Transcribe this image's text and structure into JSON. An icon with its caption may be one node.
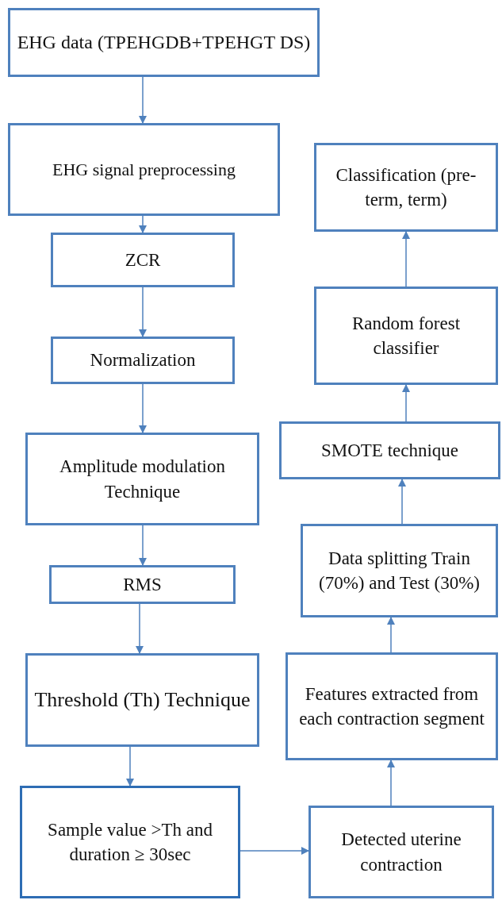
{
  "diagram": {
    "nodes": [
      {
        "text": [
          "EHG data (TPEHGDB+TPEHGT DS)"
        ]
      },
      {
        "text": [
          "EHG signal preprocessing"
        ]
      },
      {
        "text": [
          "ZCR"
        ]
      },
      {
        "text": [
          "Normalization"
        ]
      },
      {
        "text": [
          "Amplitude modulation Technique"
        ]
      },
      {
        "text": [
          "RMS"
        ]
      },
      {
        "text": [
          "Threshold (Th) Technique"
        ]
      },
      {
        "text": [
          "Sample value >Th and duration ≥ 30sec"
        ]
      },
      {
        "text": [
          "Detected uterine contraction"
        ]
      },
      {
        "text": [
          "Features extracted from each contraction segment"
        ]
      },
      {
        "text": [
          "Data splitting Train (70%) and Test (30%)"
        ]
      },
      {
        "text": [
          "SMOTE technique"
        ]
      },
      {
        "text": [
          "Random forest classifier"
        ]
      },
      {
        "text": [
          "Classification (pre-term, term)"
        ]
      }
    ],
    "edges": [
      {
        "from": 0,
        "to": 1,
        "arrow": "to"
      },
      {
        "from": 1,
        "to": 2,
        "arrow": "to"
      },
      {
        "from": 2,
        "to": 3,
        "arrow": "to"
      },
      {
        "from": 3,
        "to": 4,
        "arrow": "to"
      },
      {
        "from": 4,
        "to": 5,
        "arrow": "to"
      },
      {
        "from": 5,
        "to": 6,
        "arrow": "to"
      },
      {
        "from": 6,
        "to": 7,
        "arrow": "to"
      },
      {
        "from": 7,
        "to": 8,
        "arrow": "to"
      },
      {
        "from": 8,
        "to": 9,
        "arrow": "to"
      },
      {
        "from": 9,
        "to": 10,
        "arrow": "to"
      },
      {
        "from": 10,
        "to": 11,
        "arrow": "to"
      },
      {
        "from": 11,
        "to": 12,
        "arrow": "to"
      },
      {
        "from": 12,
        "to": 13,
        "arrow": "to"
      }
    ]
  }
}
